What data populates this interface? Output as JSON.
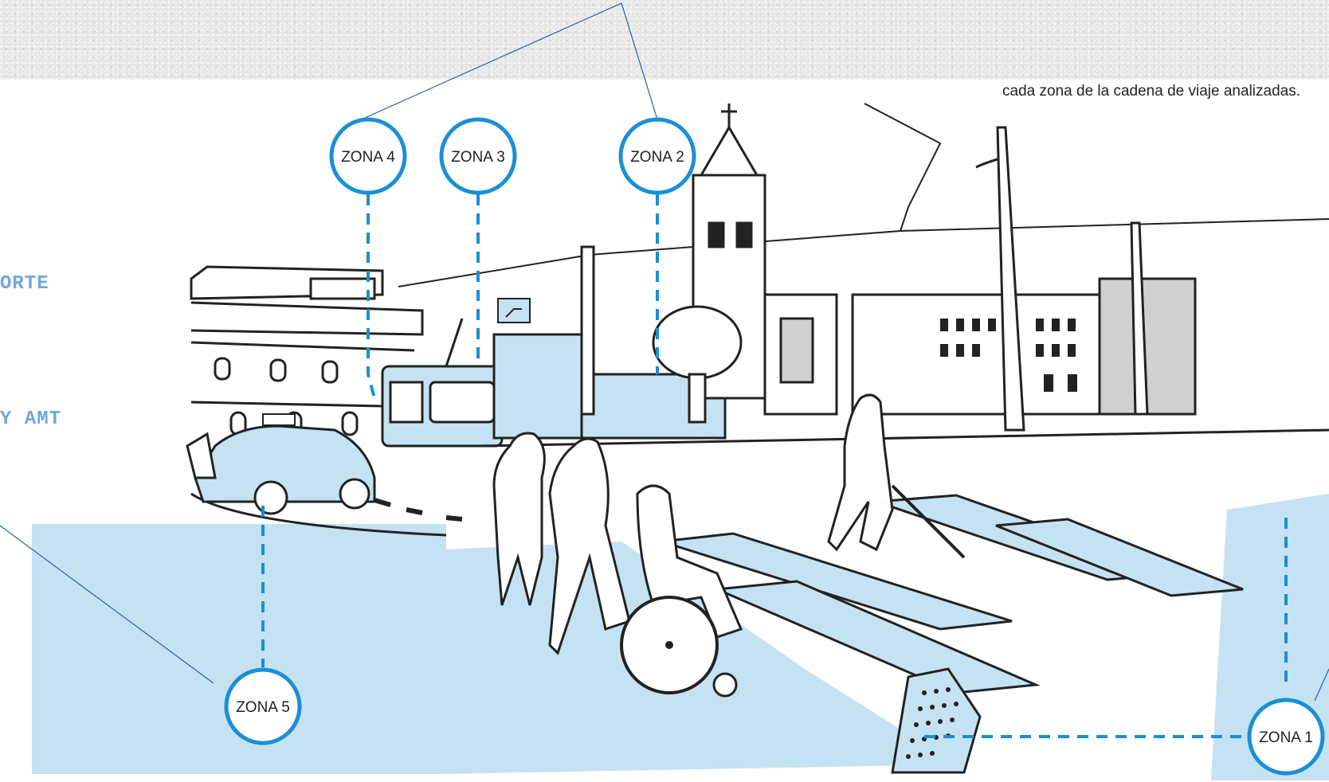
{
  "caption": "cada zona de la cadena de viaje analizadas.",
  "side_labels": [
    "ORTE",
    "Y AMT"
  ],
  "zones": [
    {
      "id": "zona-4",
      "label": "ZONA 4"
    },
    {
      "id": "zona-3",
      "label": "ZONA 3"
    },
    {
      "id": "zona-2",
      "label": "ZONA 2"
    },
    {
      "id": "zona-5",
      "label": "ZONA 5"
    },
    {
      "id": "zona-1",
      "label": "ZONA 1"
    }
  ],
  "colors": {
    "zone_ring": "#1a8fd6",
    "dashed_line": "#1a8fd6",
    "fill_blue": "#c5e2f3",
    "side_text": "#6fa8d8"
  }
}
